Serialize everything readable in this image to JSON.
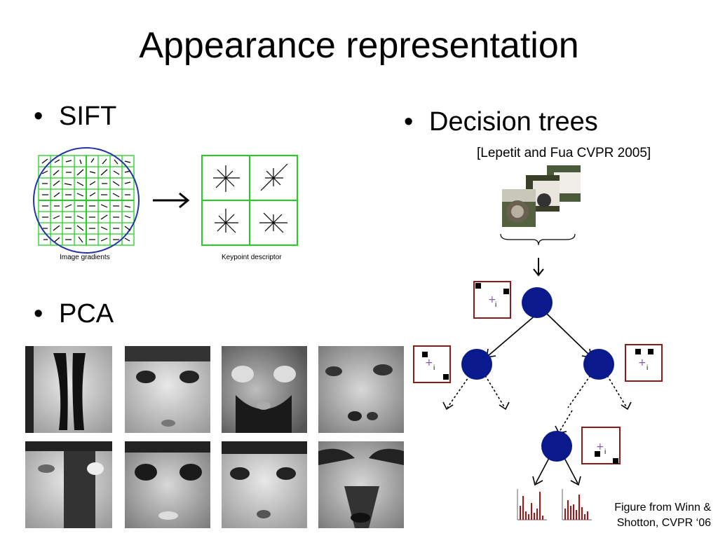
{
  "slide": {
    "title": "Appearance representation",
    "bullets": {
      "sift": "SIFT",
      "pca": "PCA",
      "decision_trees": "Decision trees"
    },
    "bullet_symbol": "•",
    "citation": "[Lepetit and Fua CVPR 2005]",
    "sift_figure": {
      "left_label": "Image gradients",
      "right_label": "Keypoint descriptor",
      "arrow": "→"
    },
    "tree_figure": {
      "down_arrow": "↓",
      "patch_marker_label": "i"
    },
    "caption_lines": [
      "Figure from Winn &",
      "Shotton, CVPR ‘06"
    ],
    "colors": {
      "grid_green": "#1fd01f",
      "circle_blue": "#2233aa",
      "node_blue": "#0a1a8c",
      "patch_border": "#8b1a1a",
      "histogram_red": "#b01010"
    }
  }
}
